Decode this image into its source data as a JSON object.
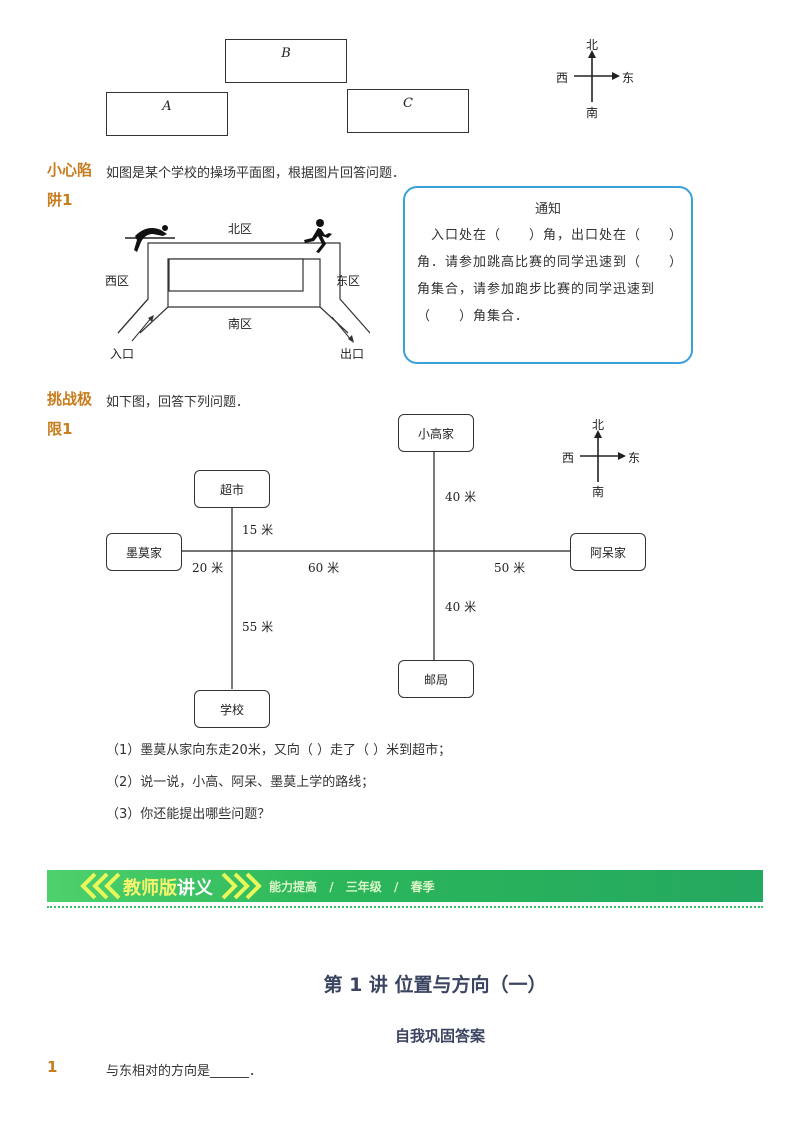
{
  "top_figure": {
    "boxes": [
      "B",
      "A",
      "C"
    ]
  },
  "compass": {
    "north": "北",
    "south": "南",
    "west": "西",
    "east": "东"
  },
  "problem1": {
    "tag_line1": "小心陷",
    "tag_line2": "阱1",
    "question": "如图是某个学校的操场平面图，根据图片回答问题．",
    "map": {
      "north_zone": "北区",
      "south_zone": "南区",
      "west_zone": "西区",
      "east_zone": "东区",
      "entrance": "入口",
      "exit": "出口"
    },
    "notice": {
      "title": "通知",
      "body": "　入口处在（　　）角，出口处在（　　）角．请参加跳高比赛的同学迅速到（　　）角集合，请参加跑步比赛的同学迅速到（　　）角集合．"
    }
  },
  "problem2": {
    "tag_line1": "挑战极",
    "tag_line2": "限1",
    "question": "如下图，回答下列问题．",
    "places": {
      "xiaogao": "小高家",
      "supermarket": "超市",
      "momo": "墨莫家",
      "adai": "阿呆家",
      "post": "邮局",
      "school": "学校"
    },
    "distances": {
      "d15": "15 米",
      "d20": "20 米",
      "d60": "60 米",
      "d50": "50 米",
      "d40_top": "40 米",
      "d40_bottom": "40 米",
      "d55": "55 米"
    },
    "sub_questions": [
      "（1）墨莫从家向东走20米，又向（  ）走了（  ）米到超市；",
      "（2）说一说，小高、阿呆、墨莫上学的路线；",
      "（3）你还能提出哪些问题？"
    ]
  },
  "banner": {
    "title_part1": "教师版",
    "title_part2": "讲义",
    "sub1": "能力提高",
    "sep": "/",
    "sub2": "三年级",
    "sub3": "春季"
  },
  "lecture_title": "第 1 讲  位置与方向（一）",
  "answer_title": "自我巩固答案",
  "answer_q1": {
    "number": "1",
    "text": "与东相对的方向是______．"
  },
  "colors": {
    "tag": "#c87d1e",
    "banner_green": "#2bb65a",
    "notice_border": "#3aa0d8",
    "title_text": "#3b4460"
  }
}
